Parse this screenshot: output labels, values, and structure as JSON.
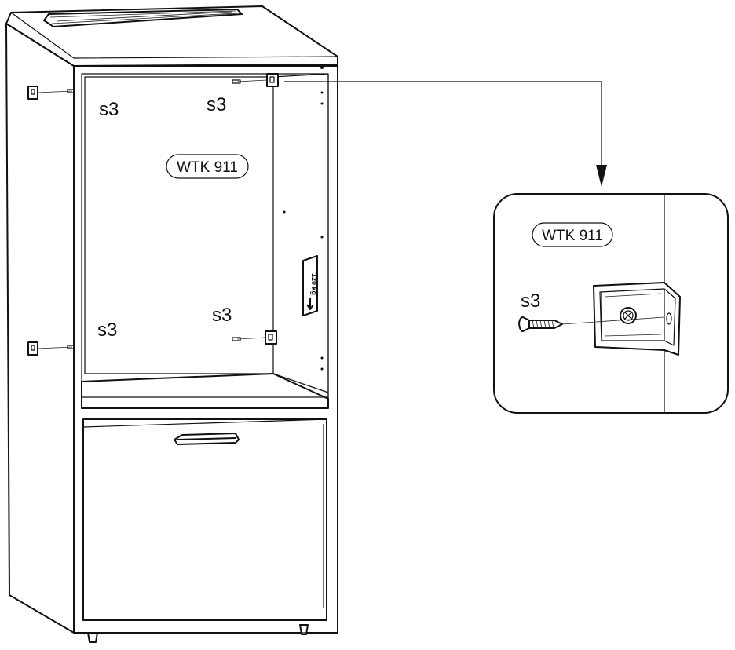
{
  "cabinet": {
    "label_top_left": "s3",
    "label_top_right": "s3",
    "label_bottom_left": "s3",
    "label_bottom_right": "s3",
    "part_code": "WTK 911",
    "weight_label": "120 kg"
  },
  "detail": {
    "part_code": "WTK 911",
    "screw_label": "s3"
  }
}
